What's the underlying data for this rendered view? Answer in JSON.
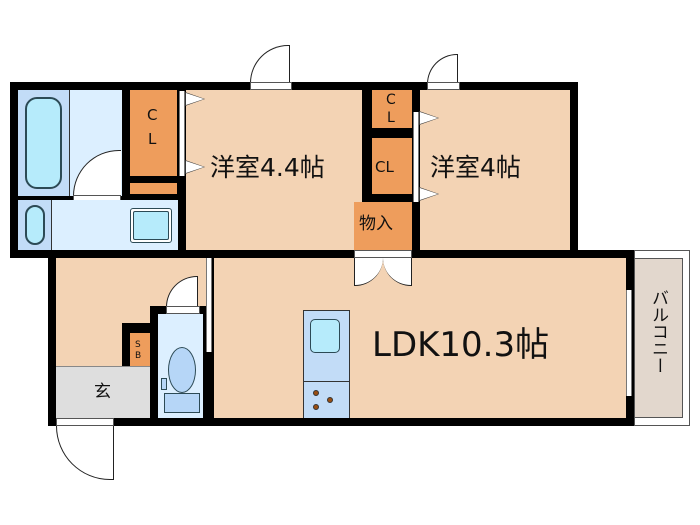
{
  "floorplan": {
    "rooms": {
      "western_room_1": {
        "label": "洋室4.4帖"
      },
      "western_room_2": {
        "label": "洋室4帖"
      },
      "ldk": {
        "label": "LDK10.3帖"
      },
      "closet_1": {
        "label_top": "C",
        "label_bottom": "L"
      },
      "closet_2": {
        "label_top": "C",
        "label_bottom": "L"
      },
      "closet_3": {
        "label": "CL"
      },
      "storage": {
        "label": "物入"
      },
      "shoe_box": {
        "label_top": "S",
        "label_bottom": "B"
      },
      "entrance": {
        "label": "玄"
      },
      "balcony": {
        "label": "バルコニー"
      }
    },
    "colors": {
      "room_floor": "#f3d3b4",
      "closet": "#ee9d5c",
      "wet_area": "#dcefff",
      "fixture": "#b6ebfb",
      "entrance": "#dedede",
      "balcony": "#e2d7cd",
      "wall": "#000000"
    }
  }
}
